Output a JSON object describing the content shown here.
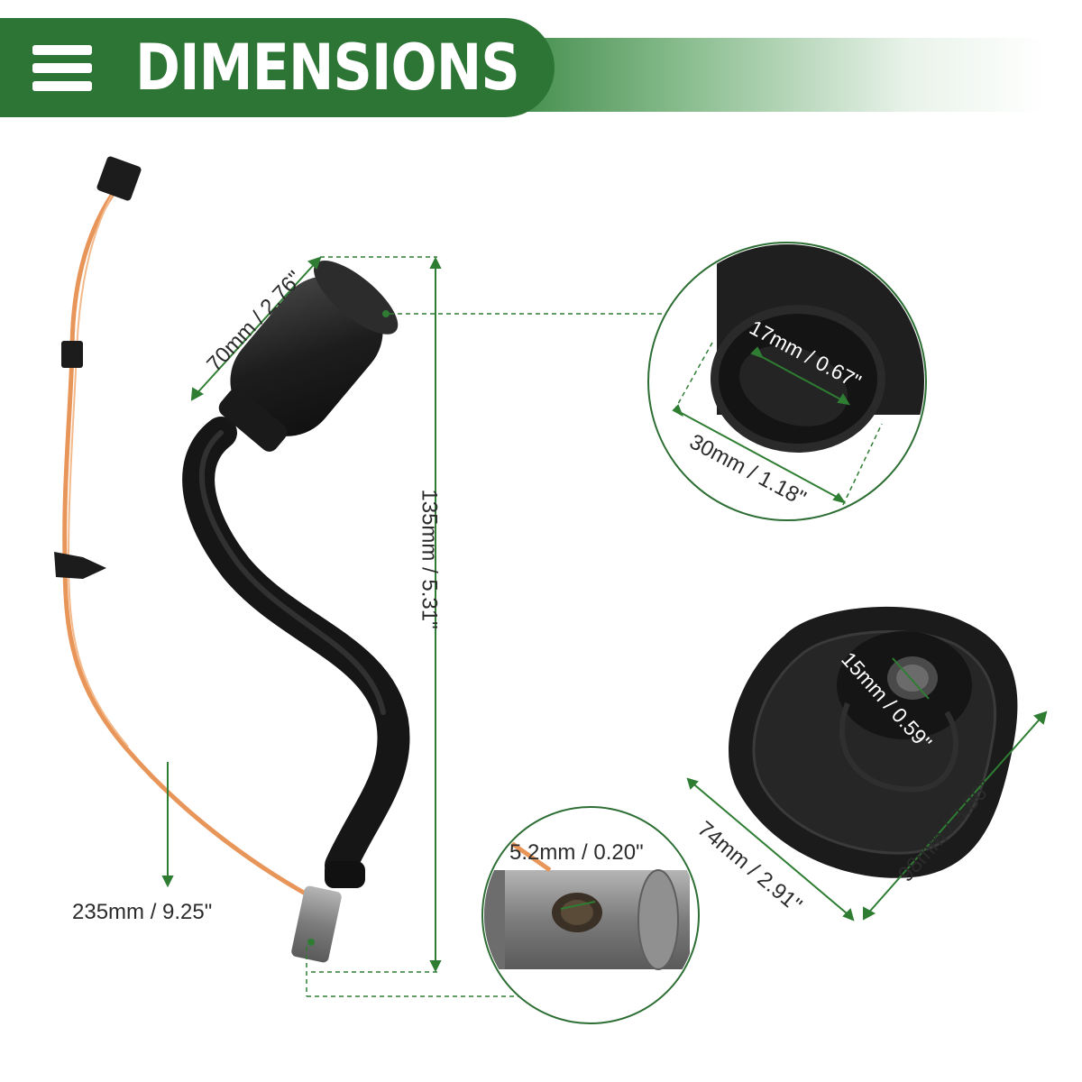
{
  "header": {
    "title": "DIMENSIONS",
    "menu_icon": "hamburger-menu-icon",
    "color": "#2c7535"
  },
  "dimensions": {
    "knob_length": "70mm / 2.76\"",
    "total_height": "135mm / 5.31\"",
    "cable_length": "235mm / 9.25\"",
    "knob_hole": "17mm / 0.67\"",
    "knob_diameter": "30mm / 1.18\"",
    "boot_hole": "15mm / 0.59\"",
    "boot_width": "74mm / 2.91\"",
    "boot_length": "98mm / 3.86\"",
    "shaft_hole": "5.2mm / 0.20\""
  },
  "colors": {
    "accent": "#2c7535",
    "measure_line": "#2e7d32",
    "cable": "#e8955a",
    "rubber": "#1c1c1c",
    "metal": "#8a8a8a"
  }
}
